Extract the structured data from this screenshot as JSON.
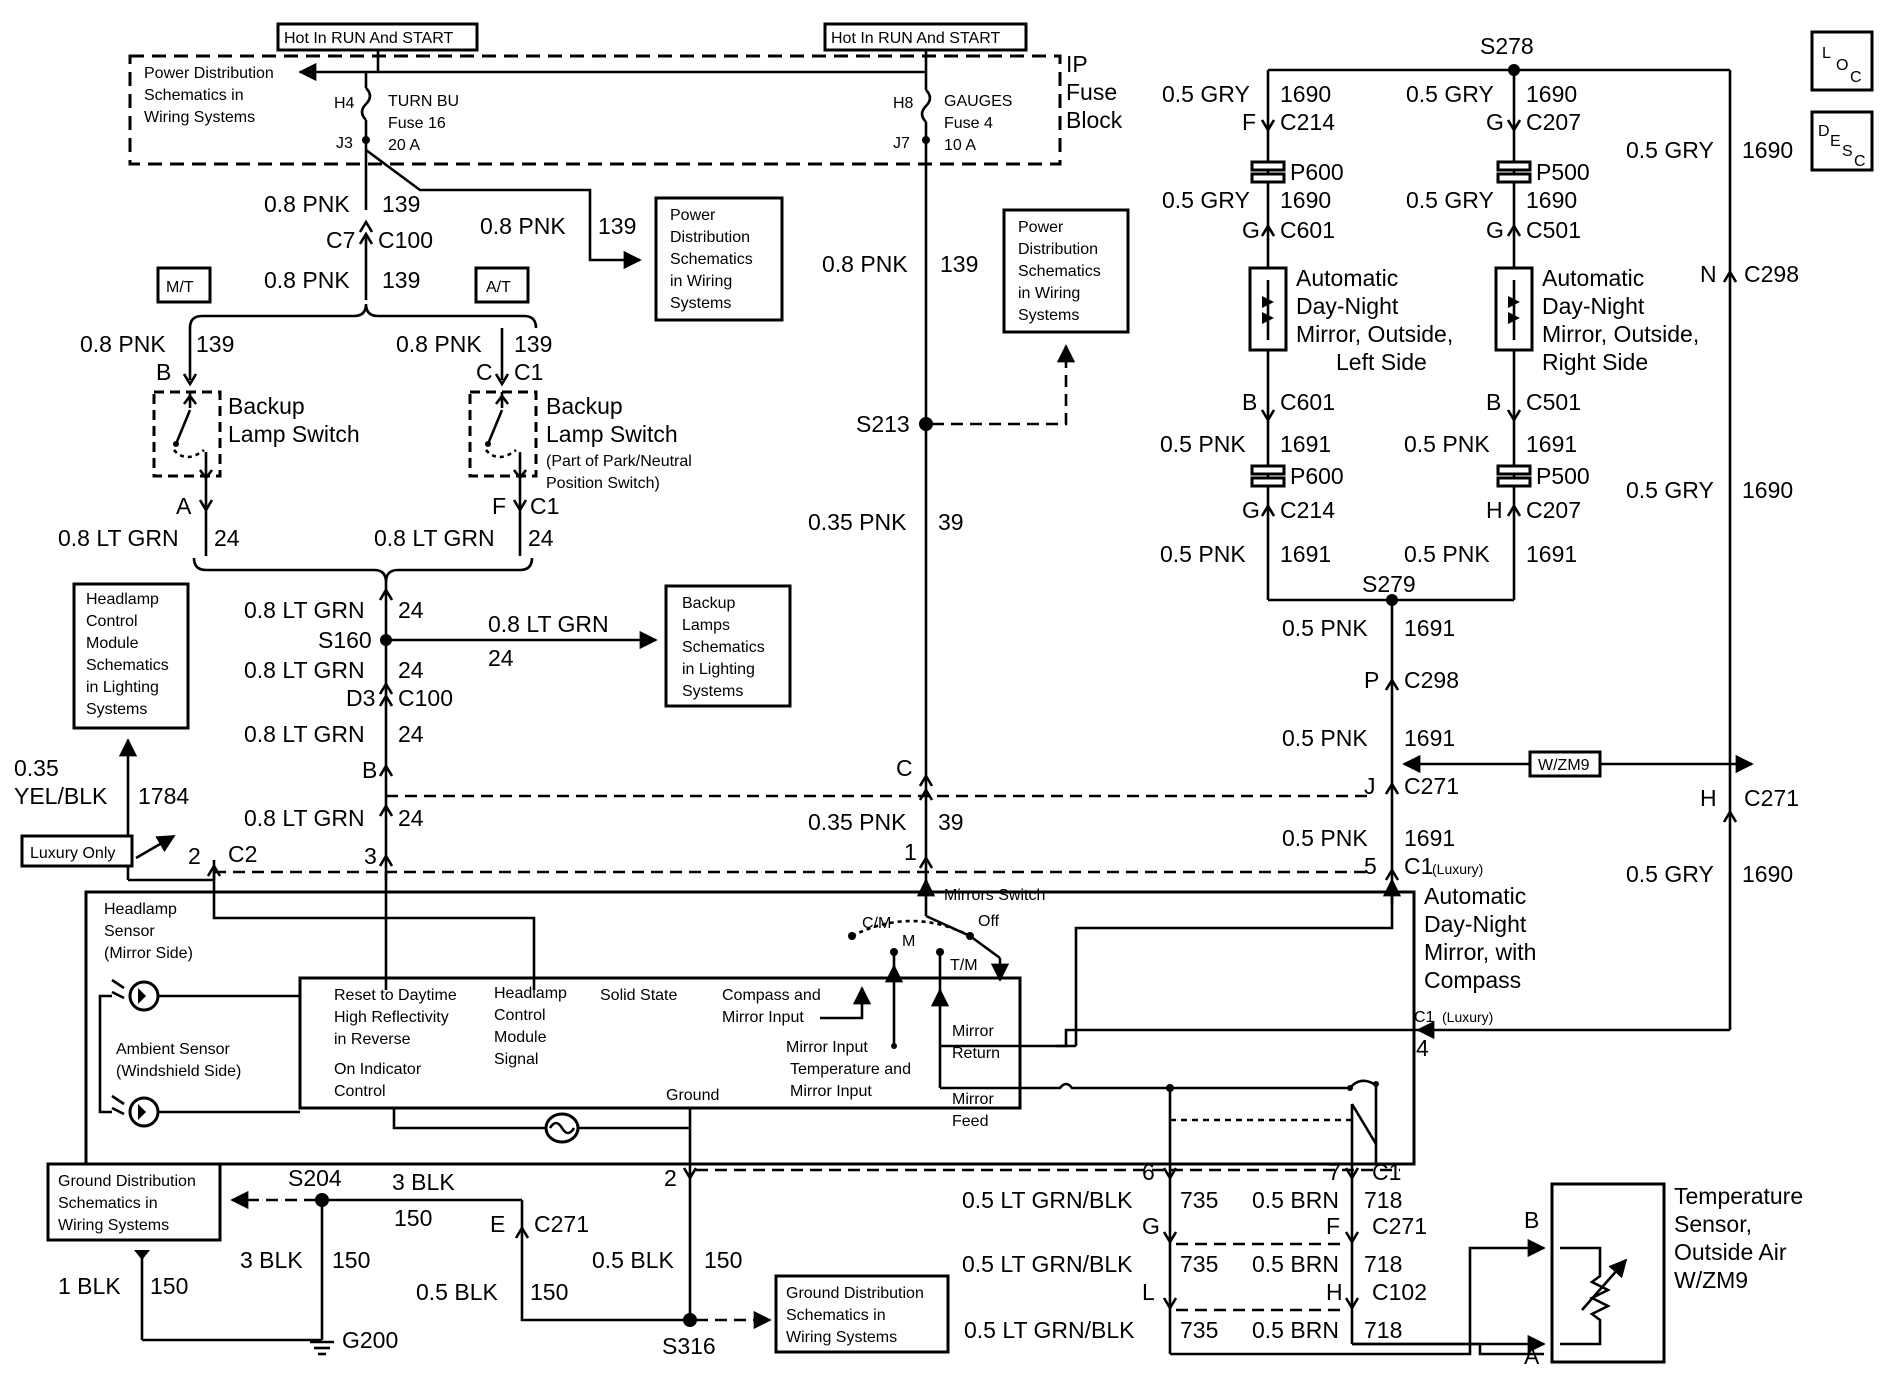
{
  "header": {
    "hot_left": "Hot In RUN And START",
    "hot_right": "Hot In RUN And START"
  },
  "fuse_block": {
    "label_1": "IP",
    "label_2": "Fuse",
    "label_3": "Block",
    "note_1": "Power Distribution",
    "note_2": "Schematics in",
    "note_3": "Wiring Systems",
    "fuse16_pin_in": "H4",
    "fuse16_pin_out": "J3",
    "fuse16_name": "TURN BU",
    "fuse16_id": "Fuse 16",
    "fuse16_rating": "20 A",
    "fuse4_pin_in": "H8",
    "fuse4_pin_out": "J7",
    "fuse4_name": "GAUGES",
    "fuse4_id": "Fuse 4",
    "fuse4_rating": "10 A"
  },
  "icons": {
    "loc": [
      "L",
      "O",
      "C"
    ],
    "desc": [
      "D",
      "E",
      "S",
      "C"
    ]
  },
  "refs": {
    "power_dist_a": [
      "Power",
      "Distribution",
      "Schematics",
      "in Wiring",
      "Systems"
    ],
    "power_dist_b": [
      "Power",
      "Distribution",
      "Schematics",
      "in Wiring",
      "Systems"
    ],
    "headlamp_ctrl": [
      "Headlamp",
      "Control",
      "Module",
      "Schematics",
      "in Lighting",
      "Systems"
    ],
    "backup_lamps": [
      "Backup",
      "Lamps",
      "Schematics",
      "in Lighting",
      "Systems"
    ],
    "ground_dist_a": [
      "Ground Distribution",
      "Schematics in",
      "Wiring Systems"
    ],
    "ground_dist_b": [
      "Ground Distribution",
      "Schematics in",
      "Wiring Systems"
    ]
  },
  "transmission": {
    "mt": "M/T",
    "at": "A/T"
  },
  "switches": {
    "mt_name_1": "Backup",
    "mt_name_2": "Lamp Switch",
    "at_name_1": "Backup",
    "at_name_2": "Lamp Switch",
    "at_note_1": "(Part of Park/Neutral",
    "at_note_2": "Position Switch)"
  },
  "wires": {
    "pnk08": "0.8 PNK",
    "pnk035": "0.35 PNK",
    "ltgrn08": "0.8 LT GRN",
    "yelblk_1": "0.35",
    "yelblk_2": "YEL/BLK",
    "gry05": "0.5 GRY",
    "pnk05": "0.5 PNK",
    "ltgrnblk05": "0.5 LT GRN/BLK",
    "brn05": "0.5 BRN",
    "blk3": "3 BLK",
    "blk1": "1 BLK",
    "blk05": "0.5 BLK",
    "lt_grn_plain": "0.8 LT GRN"
  },
  "circuits": {
    "c139": "139",
    "c39": "39",
    "c24": "24",
    "c1784": "1784",
    "c1690": "1690",
    "c1691": "1691",
    "c735": "735",
    "c718": "718",
    "c150": "150"
  },
  "connectors": {
    "c7": "C7",
    "c100": "C100",
    "d3": "D3",
    "pin_b": "B",
    "pin_c": "C",
    "pin_a": "A",
    "pin_f": "F",
    "pin_c1": "C1",
    "pin_e": "E",
    "pin_g": "G",
    "pin_h": "H",
    "pin_j": "J",
    "pin_l": "L",
    "pin_n": "N",
    "pin_p": "P",
    "c214": "C214",
    "c207": "C207",
    "c601": "C601",
    "c501": "C501",
    "p600": "P600",
    "p500": "P500",
    "c298": "C298",
    "c271": "C271",
    "c2": "C2",
    "c1": "C1",
    "c102": "C102",
    "n2": "2",
    "n3": "3",
    "n1": "1",
    "n5": "5",
    "n4": "4",
    "n6": "6",
    "n7": "7",
    "luxury": "(Luxury)"
  },
  "splices": {
    "s278": "S278",
    "s279": "S279",
    "s213": "S213",
    "s160": "S160",
    "s204": "S204",
    "s316": "S316",
    "g200": "G200"
  },
  "mirrors": {
    "left": [
      "Automatic",
      "Day-Night",
      "Mirror, Outside,",
      "Left Side"
    ],
    "right": [
      "Automatic",
      "Day-Night",
      "Mirror, Outside,",
      "Right Side"
    ]
  },
  "options": {
    "wzm9": "W/ZM9",
    "luxury_only": "Luxury Only"
  },
  "inside_mirror": {
    "title": [
      "Automatic",
      "Day-Night",
      "Mirror, with",
      "Compass"
    ],
    "headlamp_sensor": [
      "Headlamp",
      "Sensor",
      "(Mirror Side)"
    ],
    "ambient_sensor": [
      "Ambient Sensor",
      "(Windshield Side)"
    ],
    "reset": [
      "Reset to Daytime",
      "High Reflectivity",
      "in Reverse"
    ],
    "on_indicator": [
      "On Indicator",
      "Control"
    ],
    "hcm_signal": [
      "Headlamp",
      "Control",
      "Module",
      "Signal"
    ],
    "solid_state": "Solid State",
    "compass_input": [
      "Compass and",
      "Mirror Input"
    ],
    "mirror_input": [
      "Mirror Input",
      "Temperature and",
      "Mirror Input"
    ],
    "ground": "Ground",
    "mirrors_switch": "Mirrors Switch",
    "off": "Off",
    "cm": "C/M",
    "m": "M",
    "tm": "T/M",
    "mirror_return": [
      "Mirror",
      "Return"
    ],
    "mirror_feed": [
      "Mirror",
      "Feed"
    ]
  },
  "temp_sensor": {
    "title": [
      "Temperature",
      "Sensor,",
      "Outside Air",
      "W/ZM9"
    ],
    "pin_b": "B",
    "pin_a": "A"
  }
}
